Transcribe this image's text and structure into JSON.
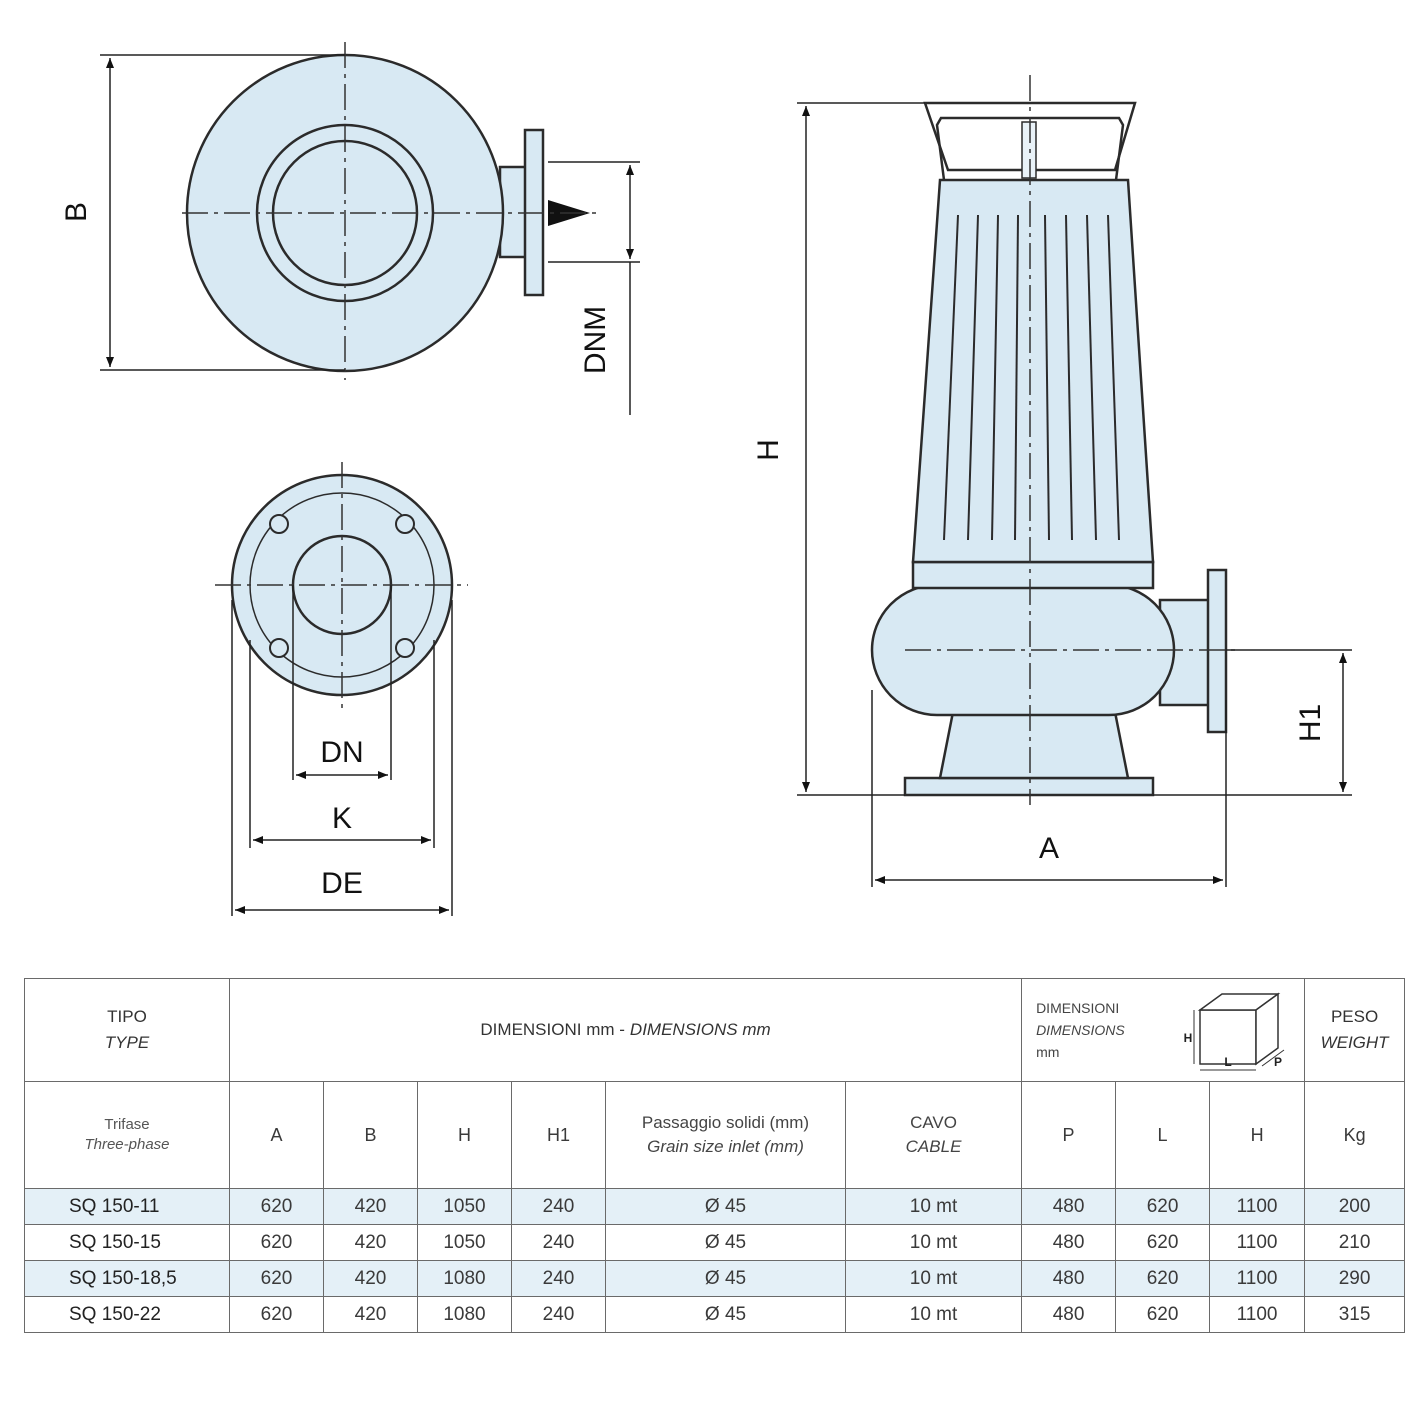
{
  "drawing": {
    "labels": {
      "b": "B",
      "dnm": "DNM",
      "dn": "DN",
      "k": "K",
      "de": "DE",
      "h": "H",
      "h1": "H1",
      "a": "A"
    },
    "colors": {
      "fill": "#d8e9f3",
      "line": "#2b2b2b"
    }
  },
  "table": {
    "header_row1": {
      "tipo": "TIPO",
      "type": "TYPE",
      "dim_it": "DIMENSIONI mm -",
      "dim_en": "DIMENSIONS mm",
      "pack_it": "DIMENSIONI",
      "pack_en": "DIMENSIONS",
      "pack_unit": "mm",
      "pack_icon_h": "H",
      "pack_icon_l": "L",
      "pack_icon_p": "P",
      "peso": "PESO",
      "weight": "WEIGHT"
    },
    "header_row2": {
      "trifase": "Trifase",
      "three_phase": "Three-phase",
      "a": "A",
      "b": "B",
      "h": "H",
      "h1": "H1",
      "solids_it": "Passaggio solidi (mm)",
      "solids_en": "Grain size inlet (mm)",
      "cavo": "CAVO",
      "cable": "CABLE",
      "p": "P",
      "l": "L",
      "ph": "H",
      "kg": "Kg"
    },
    "rows": [
      {
        "model": "SQ 150-11",
        "a": "620",
        "b": "420",
        "h": "1050",
        "h1": "240",
        "solids": "Ø 45",
        "cable": "10 mt",
        "p": "480",
        "l": "620",
        "ph": "1100",
        "kg": "200"
      },
      {
        "model": "SQ 150-15",
        "a": "620",
        "b": "420",
        "h": "1050",
        "h1": "240",
        "solids": "Ø 45",
        "cable": "10 mt",
        "p": "480",
        "l": "620",
        "ph": "1100",
        "kg": "210"
      },
      {
        "model": "SQ 150-18,5",
        "a": "620",
        "b": "420",
        "h": "1080",
        "h1": "240",
        "solids": "Ø 45",
        "cable": "10 mt",
        "p": "480",
        "l": "620",
        "ph": "1100",
        "kg": "290"
      },
      {
        "model": "SQ 150-22",
        "a": "620",
        "b": "420",
        "h": "1080",
        "h1": "240",
        "solids": "Ø 45",
        "cable": "10 mt",
        "p": "480",
        "l": "620",
        "ph": "1100",
        "kg": "315"
      }
    ]
  }
}
